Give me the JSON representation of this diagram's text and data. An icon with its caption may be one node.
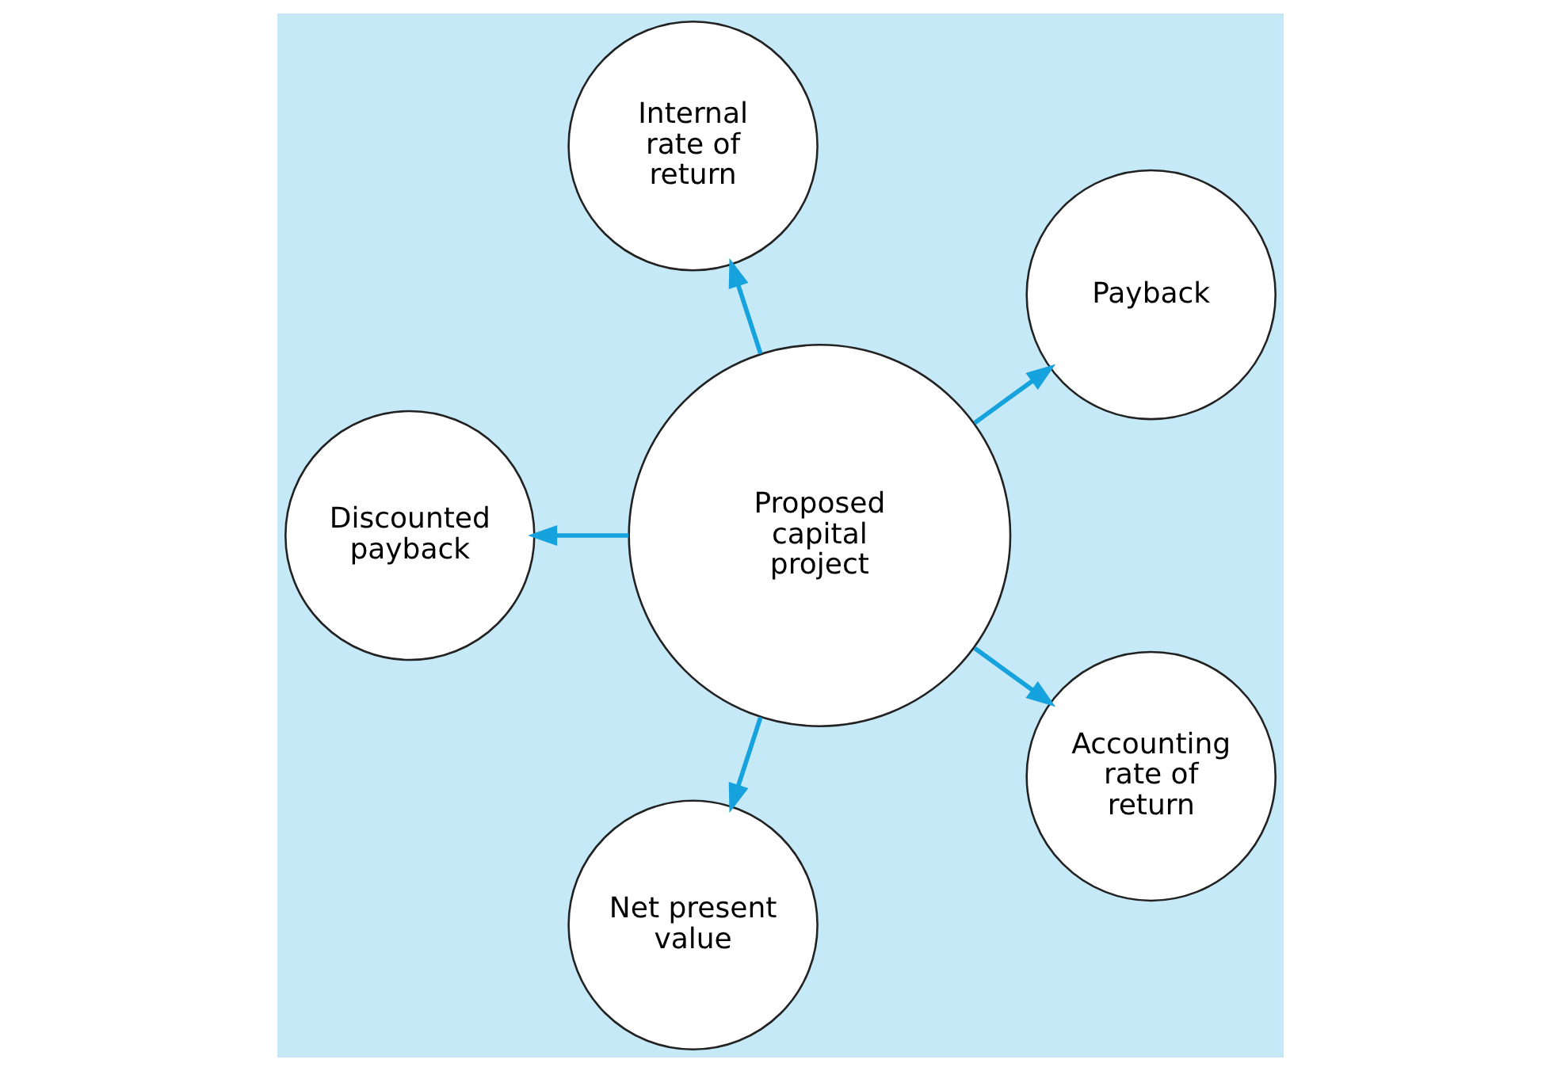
{
  "diagram": {
    "nodes": [
      {
        "text": [
          "Payback"
        ]
      },
      {
        "text": [
          "Internal rate of return"
        ]
      },
      {
        "text": [
          "Discounted payback"
        ]
      },
      {
        "text": [
          "Proposed capital project"
        ]
      },
      {
        "text": [
          "Net present value"
        ]
      },
      {
        "text": [
          "Accounting rate of return"
        ]
      }
    ],
    "edges": [
      {
        "from": 3,
        "to": 0,
        "arrow": "to"
      },
      {
        "from": 3,
        "to": 2,
        "arrow": "to"
      },
      {
        "from": 3,
        "to": 5,
        "arrow": "to"
      },
      {
        "from": 3,
        "to": 4,
        "arrow": "to"
      },
      {
        "from": 3,
        "to": 1,
        "arrow": "to"
      }
    ]
  }
}
